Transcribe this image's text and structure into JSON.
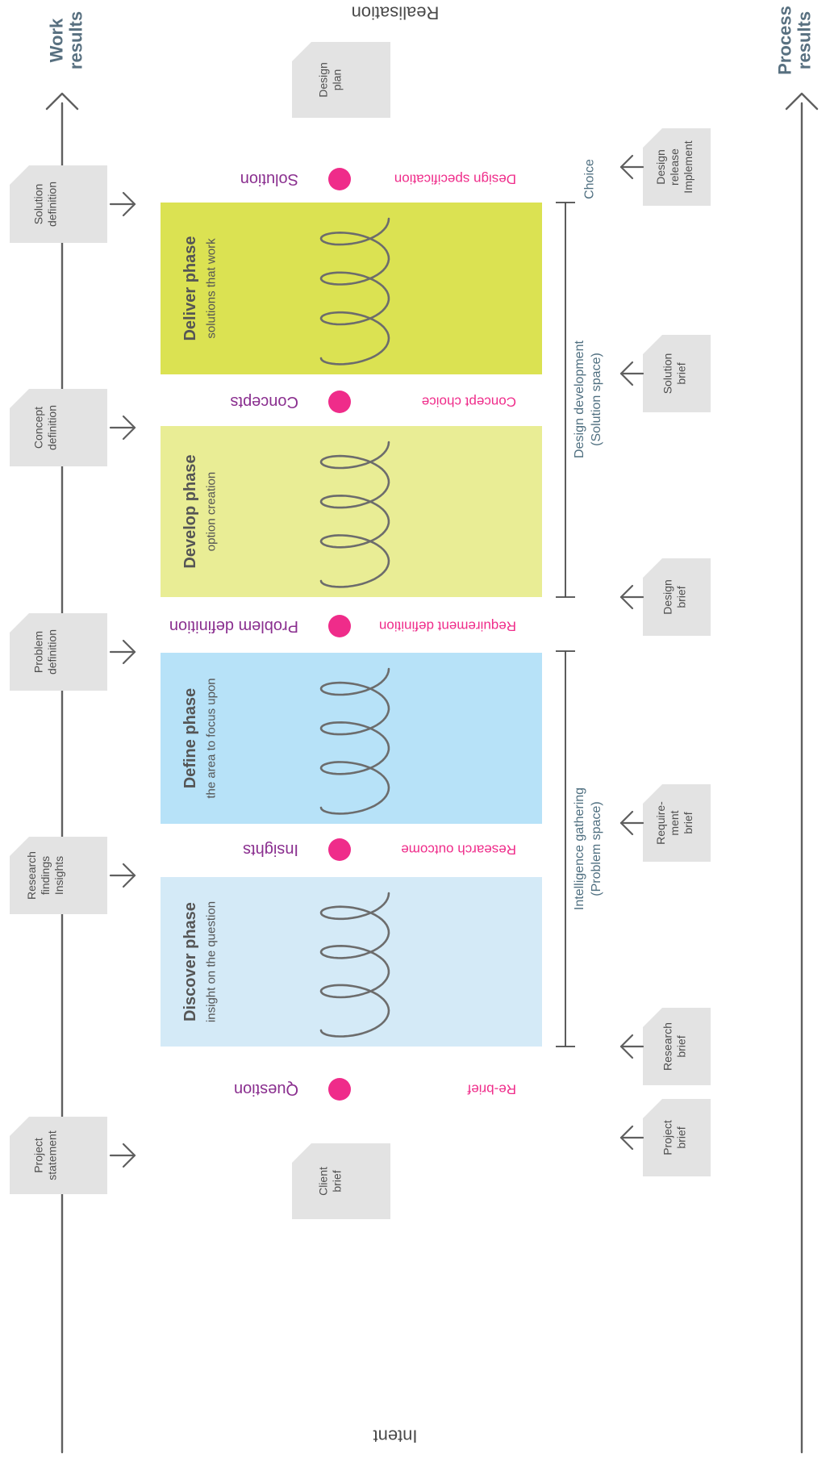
{
  "colors": {
    "axis": "#5f5f5f",
    "card": "#e3e3e3",
    "card_text": "#4f4f4f",
    "header_text": "#587080",
    "magenta": "#ef2c8a",
    "purple": "#8a2f8f",
    "range_text": "#4f6f80",
    "spiral": "#6c6c6c",
    "phase_text": "#555555"
  },
  "axes": {
    "work_results": "Work results",
    "process_results": "Process results",
    "intent": "Intent",
    "realisation": "Realisation"
  },
  "center_cards": {
    "client_brief": "Client brief",
    "design_plan": "Design plan"
  },
  "work_results": [
    {
      "label": "Project statement"
    },
    {
      "label": "Research findings Insights"
    },
    {
      "label": "Problem definition"
    },
    {
      "label": "Concept definition"
    },
    {
      "label": "Solution definition"
    }
  ],
  "process_results": [
    {
      "label": "Project brief"
    },
    {
      "label": "Research brief"
    },
    {
      "label": "Require-ment brief"
    },
    {
      "label": "Design brief"
    },
    {
      "label": "Solution brief"
    },
    {
      "label": "Design release Implement"
    }
  ],
  "phases": [
    {
      "title": "Discover phase",
      "subtitle": "insight on the question",
      "color": "#d4eaf7"
    },
    {
      "title": "Define phase",
      "subtitle": "the area to focus upon",
      "color": "#b7e2f8"
    },
    {
      "title": "Develop phase",
      "subtitle": "option creation",
      "color": "#e9ed95"
    },
    {
      "title": "Deliver phase",
      "subtitle": "solutions that work",
      "color": "#dbe252"
    }
  ],
  "milestones": [
    {
      "outcome": "Question",
      "deliverable": "Re-brief"
    },
    {
      "outcome": "Insights",
      "deliverable": "Research outcome"
    },
    {
      "outcome": "Problem definition",
      "deliverable": "Requirement definition"
    },
    {
      "outcome": "Concepts",
      "deliverable": "Concept choice"
    },
    {
      "outcome": "Solution",
      "deliverable": "Design specification"
    }
  ],
  "ranges": {
    "intelligence": {
      "line1": "Intelligence gathering",
      "line2": "(Problem space)"
    },
    "development": {
      "line1": "Design development",
      "line2": "(Solution space)"
    },
    "choice": "Choice"
  }
}
